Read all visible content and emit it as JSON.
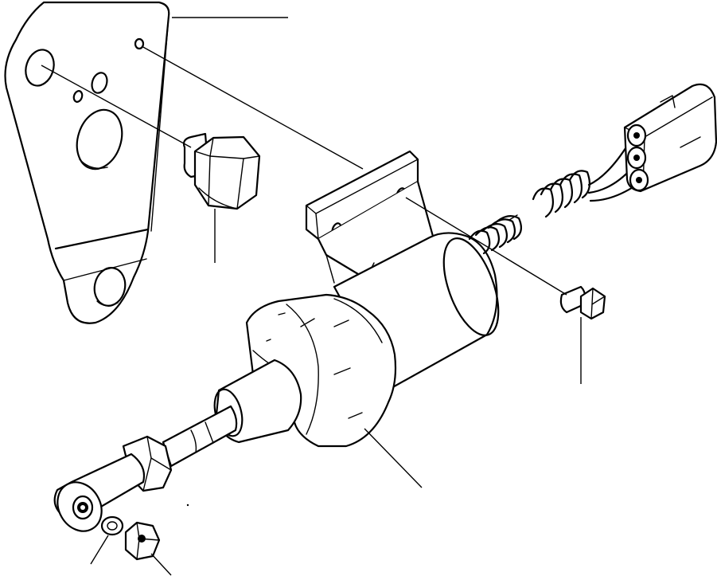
{
  "diagram": {
    "callout_labels": [],
    "parts": [
      {
        "id": "mounting-bracket"
      },
      {
        "id": "hex-bolt"
      },
      {
        "id": "solenoid-body"
      },
      {
        "id": "solenoid-plunger"
      },
      {
        "id": "rod-end"
      },
      {
        "id": "washer"
      },
      {
        "id": "hex-nut"
      },
      {
        "id": "return-spring"
      },
      {
        "id": "connector"
      },
      {
        "id": "small-screw"
      }
    ]
  }
}
